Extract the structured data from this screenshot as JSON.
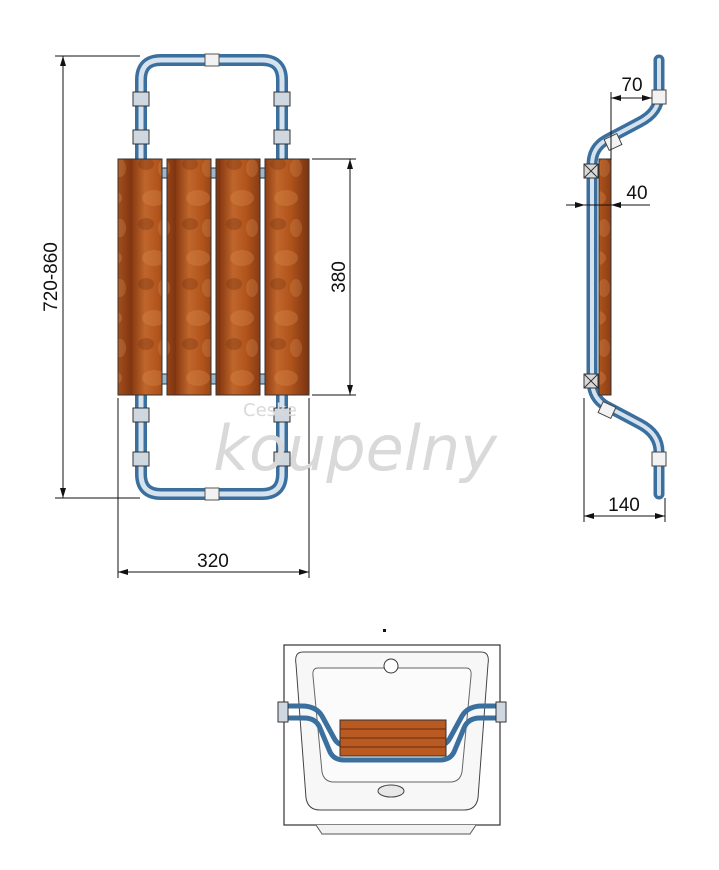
{
  "dimensions": {
    "height_range": "720-860",
    "slat_length": "380",
    "width": "320",
    "top_offset": "70",
    "thickness": "40",
    "depth": "140"
  },
  "watermark": {
    "small": "Ceske",
    "large": "koupelny"
  },
  "colors": {
    "tube": "#8fb0cc",
    "tube_dark": "#3a6f9e",
    "wood": "#b85a22",
    "wood_dark": "#7a3110"
  }
}
